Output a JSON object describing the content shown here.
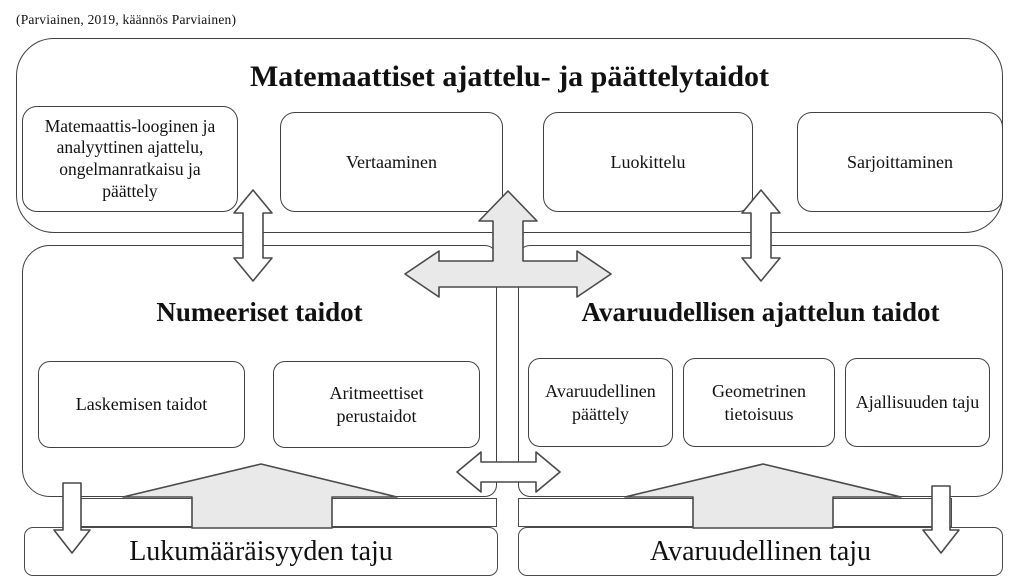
{
  "citation": "(Parviainen, 2019, käännös Parviainen)",
  "top_section": {
    "title": "Matemaattiset ajattelu- ja päättelytaidot",
    "boxes": [
      "Matemaattis-looginen ja analyyttinen ajattelu, ongelmanratkaisu ja päättely",
      "Vertaaminen",
      "Luokittelu",
      "Sarjoittaminen"
    ]
  },
  "numeric_section": {
    "title": "Numeeriset taidot",
    "boxes": [
      "Laskemisen taidot",
      "Aritmeettiset perustaidot"
    ]
  },
  "spatial_section": {
    "title": "Avaruudellisen ajattelun taidot",
    "boxes": [
      "Avaruudellinen päättely",
      "Geometrinen tietoisuus",
      "Ajallisuuden taju"
    ]
  },
  "bottom_section": {
    "left_label": "Lukumääräisyyden taju",
    "right_label": "Avaruudellinen taju"
  },
  "colors": {
    "border": "#414141",
    "arrow_outline": "#4a4a4a",
    "arrow_gray_fill": "#e9e9e9",
    "arrow_white_fill": "#ffffff",
    "text": "#111111",
    "background": "#ffffff"
  }
}
